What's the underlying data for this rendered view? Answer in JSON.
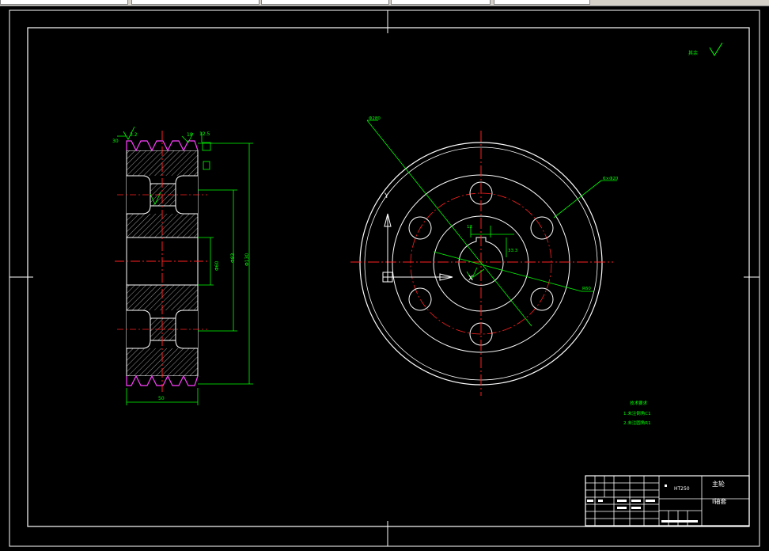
{
  "drawing": {
    "material": "HT250",
    "title_name": "主轮",
    "drawing_name": "Ⅰ轴套",
    "roughness_symbol": "其余",
    "tech_requirements": {
      "heading": "技术要求",
      "lines": [
        "1.未注倒角C1",
        "2.未注圆角R1"
      ]
    },
    "front_view_labels": {
      "top_left": "3.2",
      "top_right": "12.5",
      "flange_small": "18",
      "left_small": "30",
      "inner_dia": "Φ60",
      "mid_dia": "Φ83",
      "outer_dia": "Φ130",
      "width": "50"
    },
    "side_view_labels": {
      "big_dia": "Φ280",
      "bolt_circle": "6×Φ20",
      "key_width": "12",
      "key_depth": "33.3",
      "radius_label": "R60",
      "axis_y": "Y",
      "axis_x": "X"
    }
  },
  "colors": {
    "background": "#000000",
    "line": "#ffffff",
    "center_line": "#ff2020",
    "dimension": "#00ff00",
    "hidden": "#ff40ff"
  }
}
